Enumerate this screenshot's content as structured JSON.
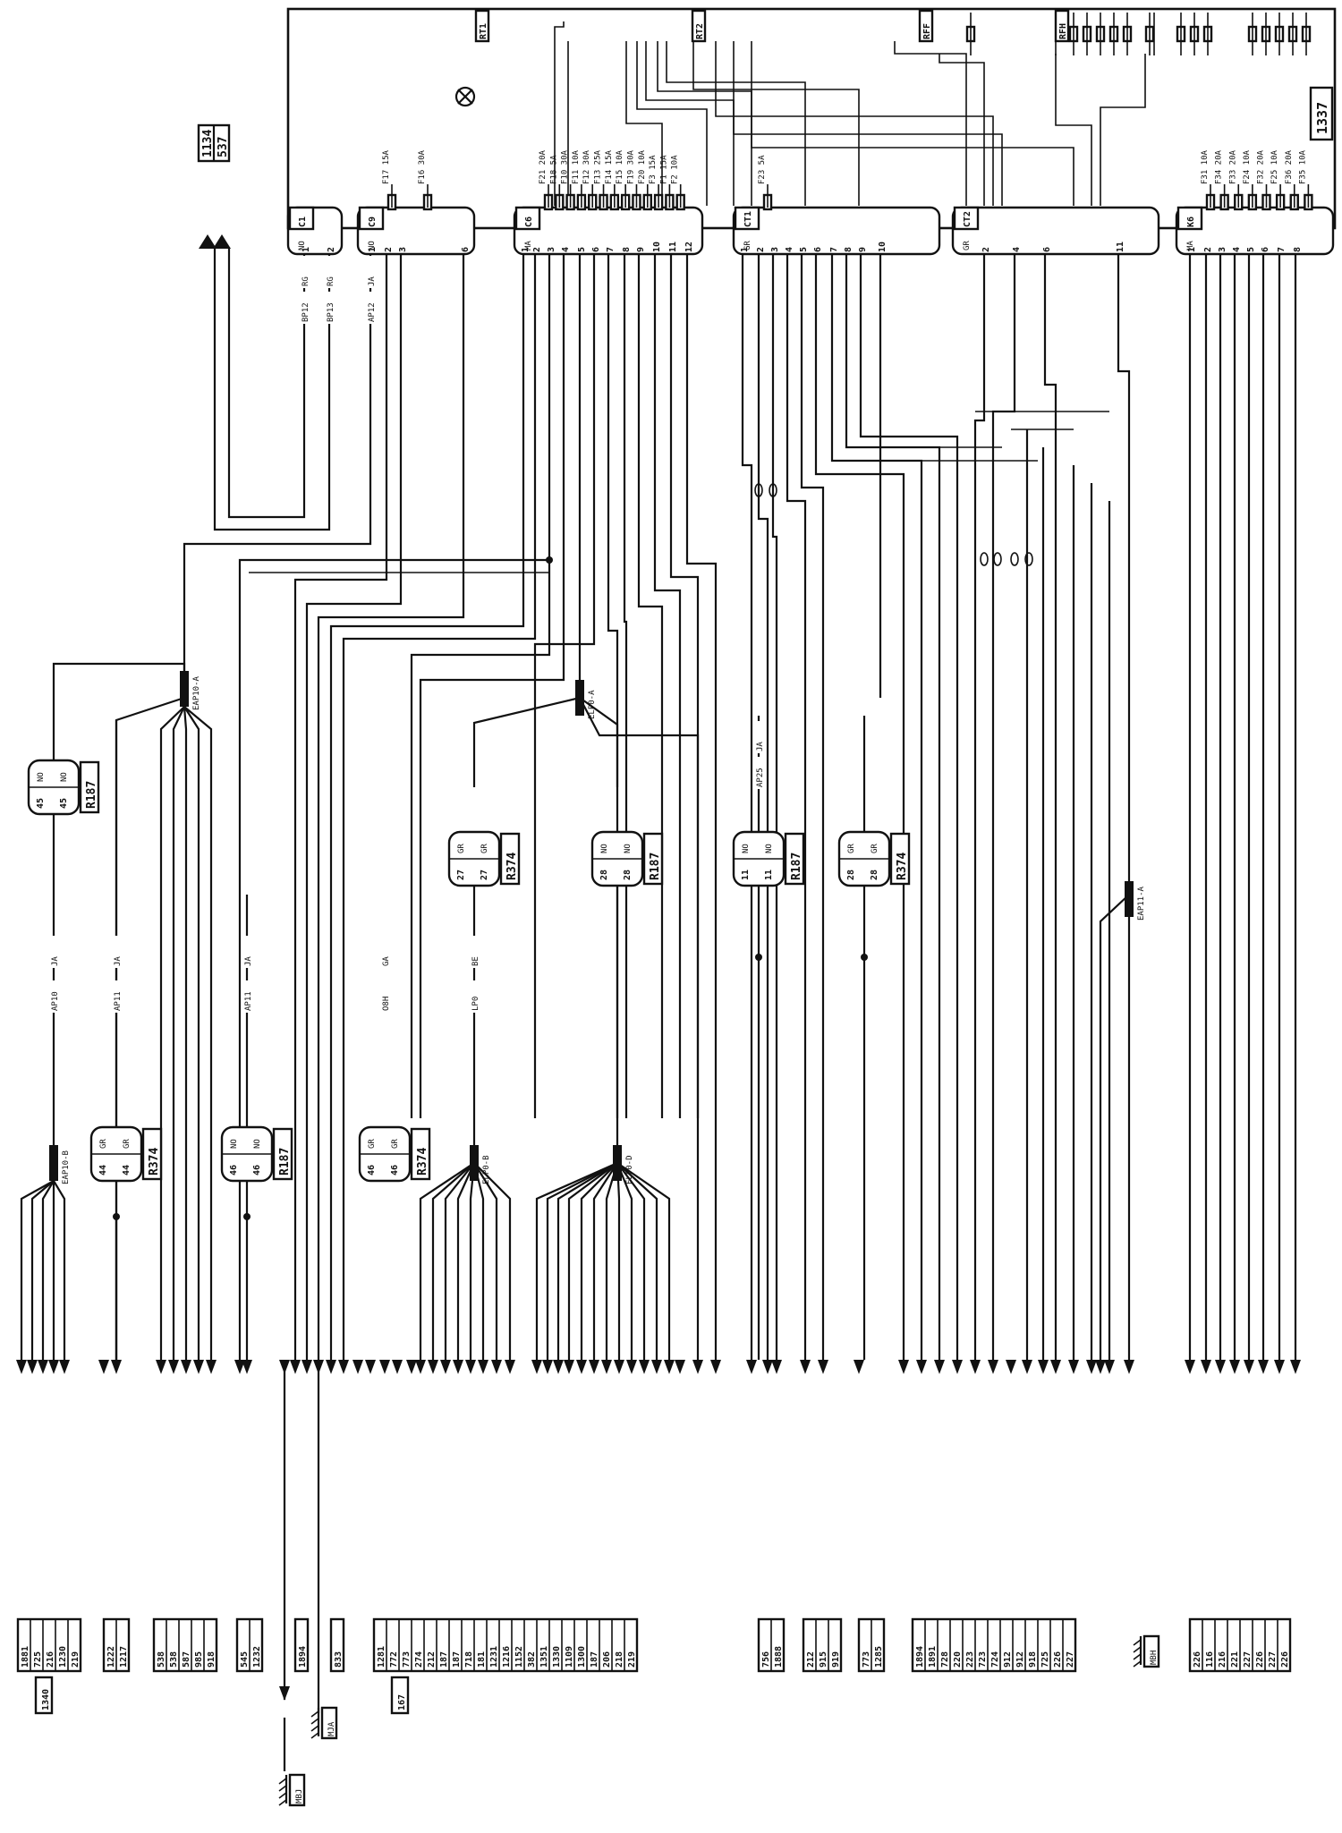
{
  "main_unit": {
    "ref": "1337",
    "relay_blocks": [
      "RT1",
      "RT2",
      "RFF",
      "RFH"
    ],
    "connectors": [
      {
        "id": "C1",
        "color": "NO",
        "pins": [
          "1",
          "2"
        ]
      },
      {
        "id": "C9",
        "color": "NO",
        "pins": [
          "1",
          "2",
          "3",
          "6"
        ],
        "fuses": [
          "F17 15A",
          "F16 30A"
        ]
      },
      {
        "id": "C6",
        "color": "MA",
        "pins": [
          "1",
          "2",
          "3",
          "4",
          "5",
          "6",
          "7",
          "8",
          "9",
          "10",
          "11",
          "12"
        ],
        "fuses": [
          "F21 20A",
          "F18 5A",
          "F10 30A",
          "F11 10A",
          "F12 30A",
          "F13 25A",
          "F14 15A",
          "F15 10A",
          "F19 30A",
          "F20 10A",
          "F3 15A",
          "F1 15A",
          "F2 10A"
        ]
      },
      {
        "id": "CT1",
        "color": "GR",
        "pins": [
          "1",
          "2",
          "3",
          "4",
          "5",
          "6",
          "7",
          "8",
          "9",
          "10"
        ],
        "fuses": [
          "F23 5A"
        ]
      },
      {
        "id": "CT2",
        "color": "GR",
        "pins": [
          "2",
          "4",
          "6",
          "11"
        ]
      },
      {
        "id": "K6",
        "color": "MA",
        "pins": [
          "1",
          "2",
          "3",
          "4",
          "5",
          "6",
          "7",
          "8"
        ],
        "fuses": [
          "F31 10A",
          "F34 20A",
          "F33 20A",
          "F24 10A",
          "F32 20A",
          "F25 10A",
          "F36 20A",
          "F35 10A"
        ]
      }
    ]
  },
  "top_left_ref": [
    "1134",
    "537"
  ],
  "splices": [
    "EAP10-A",
    "EAP10-B",
    "ELP0-A",
    "ELP0-B",
    "ELP0-D",
    "EAP11-A"
  ],
  "connection_blocks": [
    {
      "ref": "R187",
      "pin_a": "45",
      "pin_b": "45",
      "color": "NO"
    },
    {
      "ref": "R374",
      "pin_a": "44",
      "pin_b": "44",
      "color": "GR"
    },
    {
      "ref": "R187",
      "pin_a": "46",
      "pin_b": "46",
      "color": "NO"
    },
    {
      "ref": "R374",
      "pin_a": "46",
      "pin_b": "46",
      "color": "GR"
    },
    {
      "ref": "R374",
      "pin_a": "27",
      "pin_b": "27",
      "color": "GR"
    },
    {
      "ref": "R187",
      "pin_a": "28",
      "pin_b": "28",
      "color": "NO"
    },
    {
      "ref": "R187",
      "pin_a": "11",
      "pin_b": "11",
      "color": "NO"
    },
    {
      "ref": "R374",
      "pin_a": "28",
      "pin_b": "28",
      "color": "GR"
    }
  ],
  "wire_labels": [
    "AP10",
    "JA",
    "AP11",
    "JA",
    "LP0",
    "BE",
    "AP25",
    "JA",
    "BP12",
    "RG",
    "BP13",
    "RG",
    "AP12",
    "JA",
    "AP11",
    "JA",
    "O8H",
    "GA"
  ],
  "bottom_groups": [
    {
      "refs": [
        "1881",
        "725",
        "216",
        "1230",
        "219"
      ],
      "note": "1340"
    },
    {
      "refs": [
        "1222",
        "1217"
      ]
    },
    {
      "refs": [
        "538",
        "538",
        "587",
        "985",
        "918"
      ]
    },
    {
      "refs": [
        "545",
        "1232"
      ]
    },
    {
      "refs": [
        "1894"
      ],
      "earth": "MBJ"
    },
    {
      "refs": [
        "833"
      ],
      "earth": "MJA"
    },
    {
      "refs": [
        "1281",
        "772",
        "773",
        "274",
        "212",
        "187",
        "187",
        "718",
        "181",
        "1231",
        "1216",
        "1152",
        "382",
        "1351",
        "1330",
        "1109",
        "1300",
        "187",
        "206",
        "218",
        "219"
      ],
      "note": "167"
    },
    {
      "refs": [
        "756",
        "1888"
      ]
    },
    {
      "refs": [
        "212",
        "915",
        "919"
      ]
    },
    {
      "refs": [
        "773",
        "1285"
      ]
    },
    {
      "refs": [
        "1894",
        "1891",
        "728",
        "220",
        "223",
        "723",
        "724",
        "912",
        "912",
        "918",
        "725",
        "226",
        "227"
      ]
    },
    {
      "refs": [
        "MBH"
      ],
      "earth": "MBH"
    },
    {
      "refs": [
        "226",
        "116",
        "216",
        "221",
        "227",
        "226",
        "227",
        "226"
      ]
    }
  ]
}
